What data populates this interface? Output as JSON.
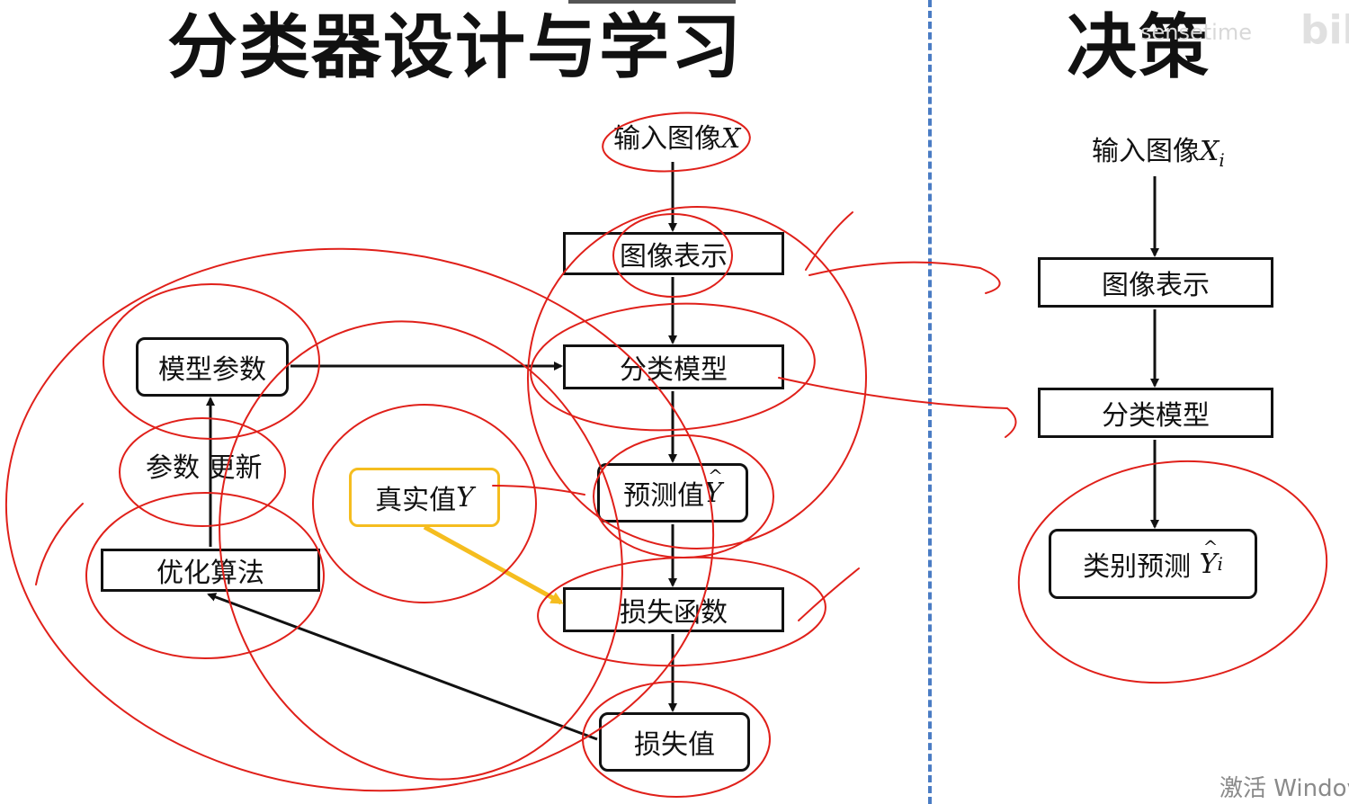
{
  "titles": {
    "left": "分类器设计与学习",
    "right": "决策"
  },
  "left_flow": {
    "input": {
      "text": "输入图像",
      "var": "X"
    },
    "image_repr": "图像表示",
    "classifier": "分类模型",
    "prediction": {
      "text": "预测值",
      "var": "Y"
    },
    "loss_fn": "损失函数",
    "loss_value": "损失值",
    "model_params": "模型参数",
    "param_update": "参数 更新",
    "optimizer": "优化算法",
    "truth": {
      "text": "真实值",
      "var": "Y"
    }
  },
  "right_flow": {
    "input": {
      "text": "输入图像",
      "var": "X",
      "sub": "i"
    },
    "image_repr": "图像表示",
    "classifier": "分类模型",
    "prediction": {
      "text": "类别预测",
      "var": "Y",
      "sub": "i"
    }
  },
  "overlay": {
    "watermark": "sensetime",
    "logo": "bili",
    "activate_windows": "激活 Windov"
  },
  "colors": {
    "annotation": "#e0201a",
    "truth_box": "#f5bd1f",
    "divider": "#4a7cc4"
  }
}
